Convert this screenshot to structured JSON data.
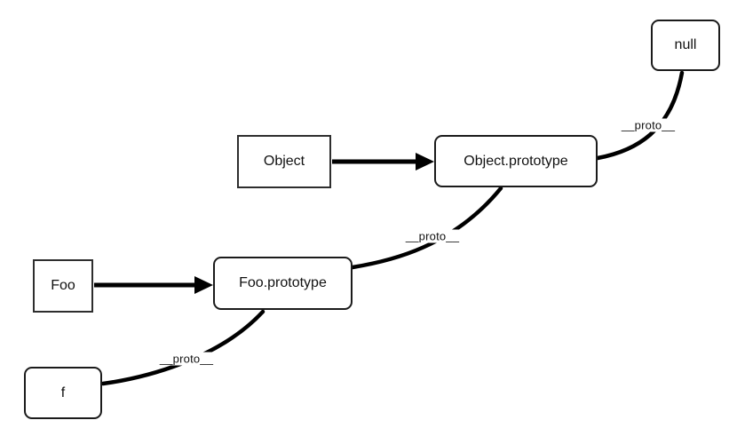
{
  "diagram": {
    "background_color": "#ffffff",
    "line_color": "#000000",
    "nodes": [
      {
        "id": "null",
        "label": "null",
        "shape": "rounded"
      },
      {
        "id": "object",
        "label": "Object",
        "shape": "square"
      },
      {
        "id": "object-prototype",
        "label": "Object.prototype",
        "shape": "rounded"
      },
      {
        "id": "foo",
        "label": "Foo",
        "shape": "square"
      },
      {
        "id": "foo-prototype",
        "label": "Foo.prototype",
        "shape": "rounded"
      },
      {
        "id": "f",
        "label": "f",
        "shape": "rounded"
      }
    ],
    "edges": [
      {
        "from": "f",
        "to": "Foo.prototype",
        "label": "__proto__",
        "style": "curve"
      },
      {
        "from": "Foo.prototype",
        "to": "Object.prototype",
        "label": "__proto__",
        "style": "curve"
      },
      {
        "from": "Object.prototype",
        "to": "null",
        "label": "__proto__",
        "style": "curve"
      },
      {
        "from": "Object",
        "to": "Object.prototype",
        "label": "",
        "style": "arrow"
      },
      {
        "from": "Foo",
        "to": "Foo.prototype",
        "label": "",
        "style": "arrow"
      }
    ]
  }
}
